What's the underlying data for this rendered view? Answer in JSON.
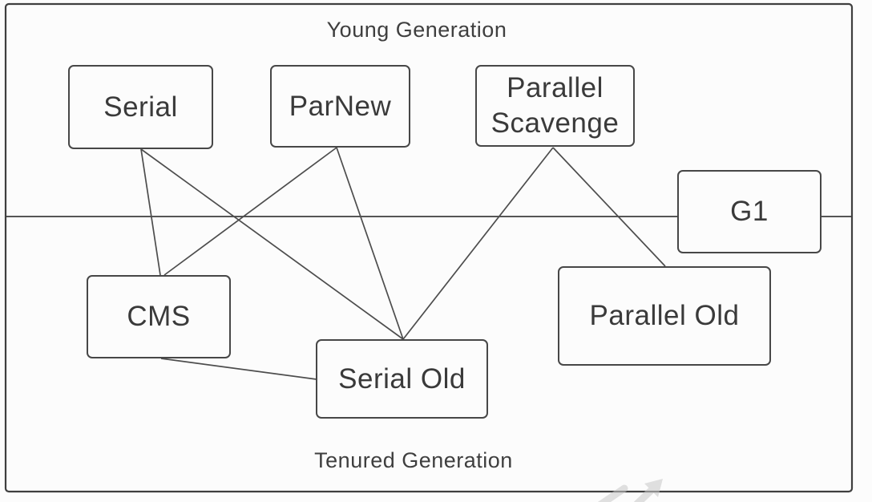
{
  "diagram": {
    "title_area": {
      "young_label": "Young Generation",
      "tenured_label": "Tenured Generation"
    },
    "nodes": [
      {
        "id": "serial",
        "label": "Serial",
        "generation": "young"
      },
      {
        "id": "parnew",
        "label": "ParNew",
        "generation": "young"
      },
      {
        "id": "parallel-scavenge",
        "label": "Parallel Scavenge",
        "generation": "young"
      },
      {
        "id": "g1",
        "label": "G1",
        "generation": "both"
      },
      {
        "id": "cms",
        "label": "CMS",
        "generation": "tenured"
      },
      {
        "id": "serial-old",
        "label": "Serial Old",
        "generation": "tenured"
      },
      {
        "id": "parallel-old",
        "label": "Parallel Old",
        "generation": "tenured"
      }
    ],
    "edges": [
      {
        "from": "serial",
        "to": "cms"
      },
      {
        "from": "serial",
        "to": "serial-old"
      },
      {
        "from": "parnew",
        "to": "cms"
      },
      {
        "from": "parnew",
        "to": "serial-old"
      },
      {
        "from": "parallel-scavenge",
        "to": "serial-old"
      },
      {
        "from": "parallel-scavenge",
        "to": "parallel-old"
      },
      {
        "from": "cms",
        "to": "serial-old"
      }
    ],
    "icons": {
      "watermark_icon": "arrow-up-right"
    },
    "colors": {
      "background": "#fcfcfc",
      "border": "#474747",
      "line": "#4d4d4d",
      "text": "#3a3a3a",
      "watermark": "#c9c9c9"
    }
  }
}
